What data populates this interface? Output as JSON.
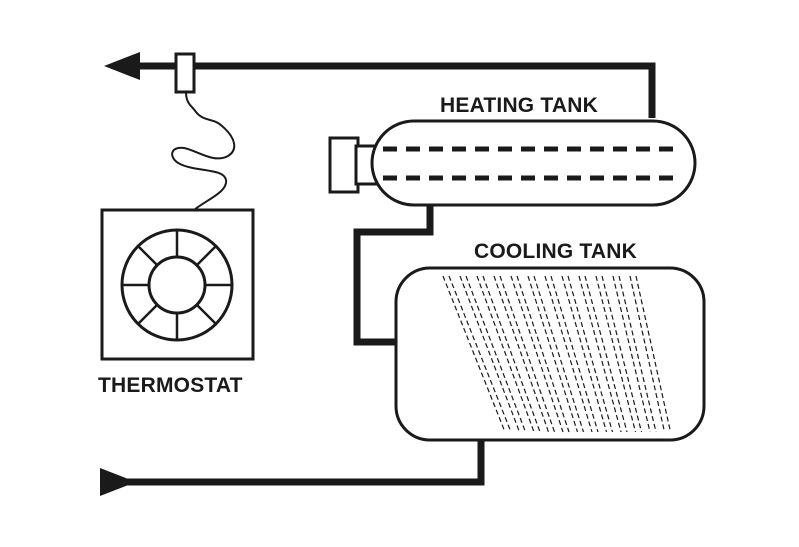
{
  "labels": {
    "heating_tank": "HEATING TANK",
    "cooling_tank": "COOLING TANK",
    "thermostat": "THERMOSTAT"
  },
  "colors": {
    "ink": "#1a1a1a",
    "background": "#ffffff"
  }
}
